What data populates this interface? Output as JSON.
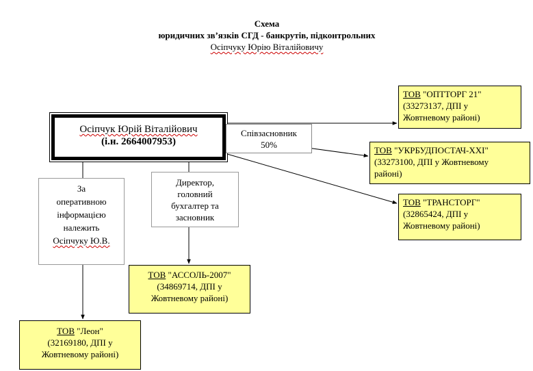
{
  "title": {
    "line1": "Схема",
    "line2": "юридичних зв’язків СГД - банкрутів, підконтрольних",
    "line3": "Осіпчуку Юрію Віталійовичу"
  },
  "person": {
    "name": "Осіпчук Юрій Віталійович",
    "inn": "(і.н. 2664007953)"
  },
  "labels": {
    "cofounder": [
      "Співзасновник",
      "50%"
    ],
    "operative": [
      "За",
      "оперативною",
      "інформацією",
      "належить",
      "Осіпчуку Ю.В."
    ],
    "director": [
      "Директор,",
      "головний",
      "бухгалтер та",
      "засновник"
    ]
  },
  "companies": {
    "opttorg": {
      "prefix": "ТОВ",
      "name": "\"ОПТТОРГ 21\"",
      "line2": "(33273137, ДПІ у",
      "line3": "Жовтневому районі)"
    },
    "ukrbud": {
      "prefix": "ТОВ",
      "name": "\"УКРБУДПОСТАЧ-XXI\"",
      "line2": "(33273100, ДПІ у Жовтневому",
      "line3": "районі)"
    },
    "transtorg": {
      "prefix": "ТОВ",
      "name": "\"ТРАНСТОРГ\"",
      "line2": "(32865424, ДПІ у",
      "line3": "Жовтневому районі)"
    },
    "assol": {
      "prefix": "ТОВ",
      "name": "\"АССОЛЬ-2007\"",
      "line2": "(34869714, ДПІ у",
      "line3": "Жовтневому районі)"
    },
    "leon": {
      "prefix": "ТОВ",
      "name": "\"Леон\"",
      "line2": "(32169180, ДПІ у",
      "line3": "Жовтневому районі)"
    }
  },
  "colors": {
    "company_fill": "#ffff99",
    "line": "#000000",
    "spellcheck_underline": "#cc0000"
  }
}
